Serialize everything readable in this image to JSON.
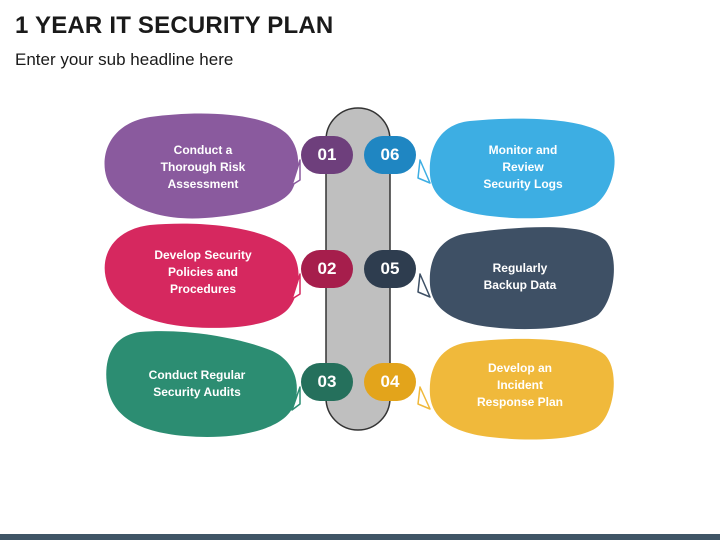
{
  "header": {
    "title": "1 YEAR IT SECURITY PLAN",
    "subtitle": "Enter your sub headline here"
  },
  "steps": [
    {
      "number": "01",
      "text": "Conduct a\nThorough Risk\nAssessment",
      "color": "#8a5a9e"
    },
    {
      "number": "02",
      "text": "Develop Security\nPolicies and\nProcedures",
      "color": "#d6285f"
    },
    {
      "number": "03",
      "text": "Conduct Regular\nSecurity Audits",
      "color": "#2c8d72"
    },
    {
      "number": "04",
      "text": "Develop an\nIncident\nResponse Plan",
      "color": "#f0b93b"
    },
    {
      "number": "05",
      "text": "Regularly\nBackup Data",
      "color": "#3e5065"
    },
    {
      "number": "06",
      "text": "Monitor and\nReview\nSecurity Logs",
      "color": "#3daee3"
    }
  ],
  "colors": {
    "center_bar": "#bfbfbf",
    "bottom_bar": "#3f5566",
    "badge_dark": {
      "01": "#6e3f7c",
      "02": "#a61e4c",
      "03": "#25705c",
      "04": "#e3a41b",
      "05": "#2e3d4f",
      "06": "#1f86c2"
    }
  }
}
